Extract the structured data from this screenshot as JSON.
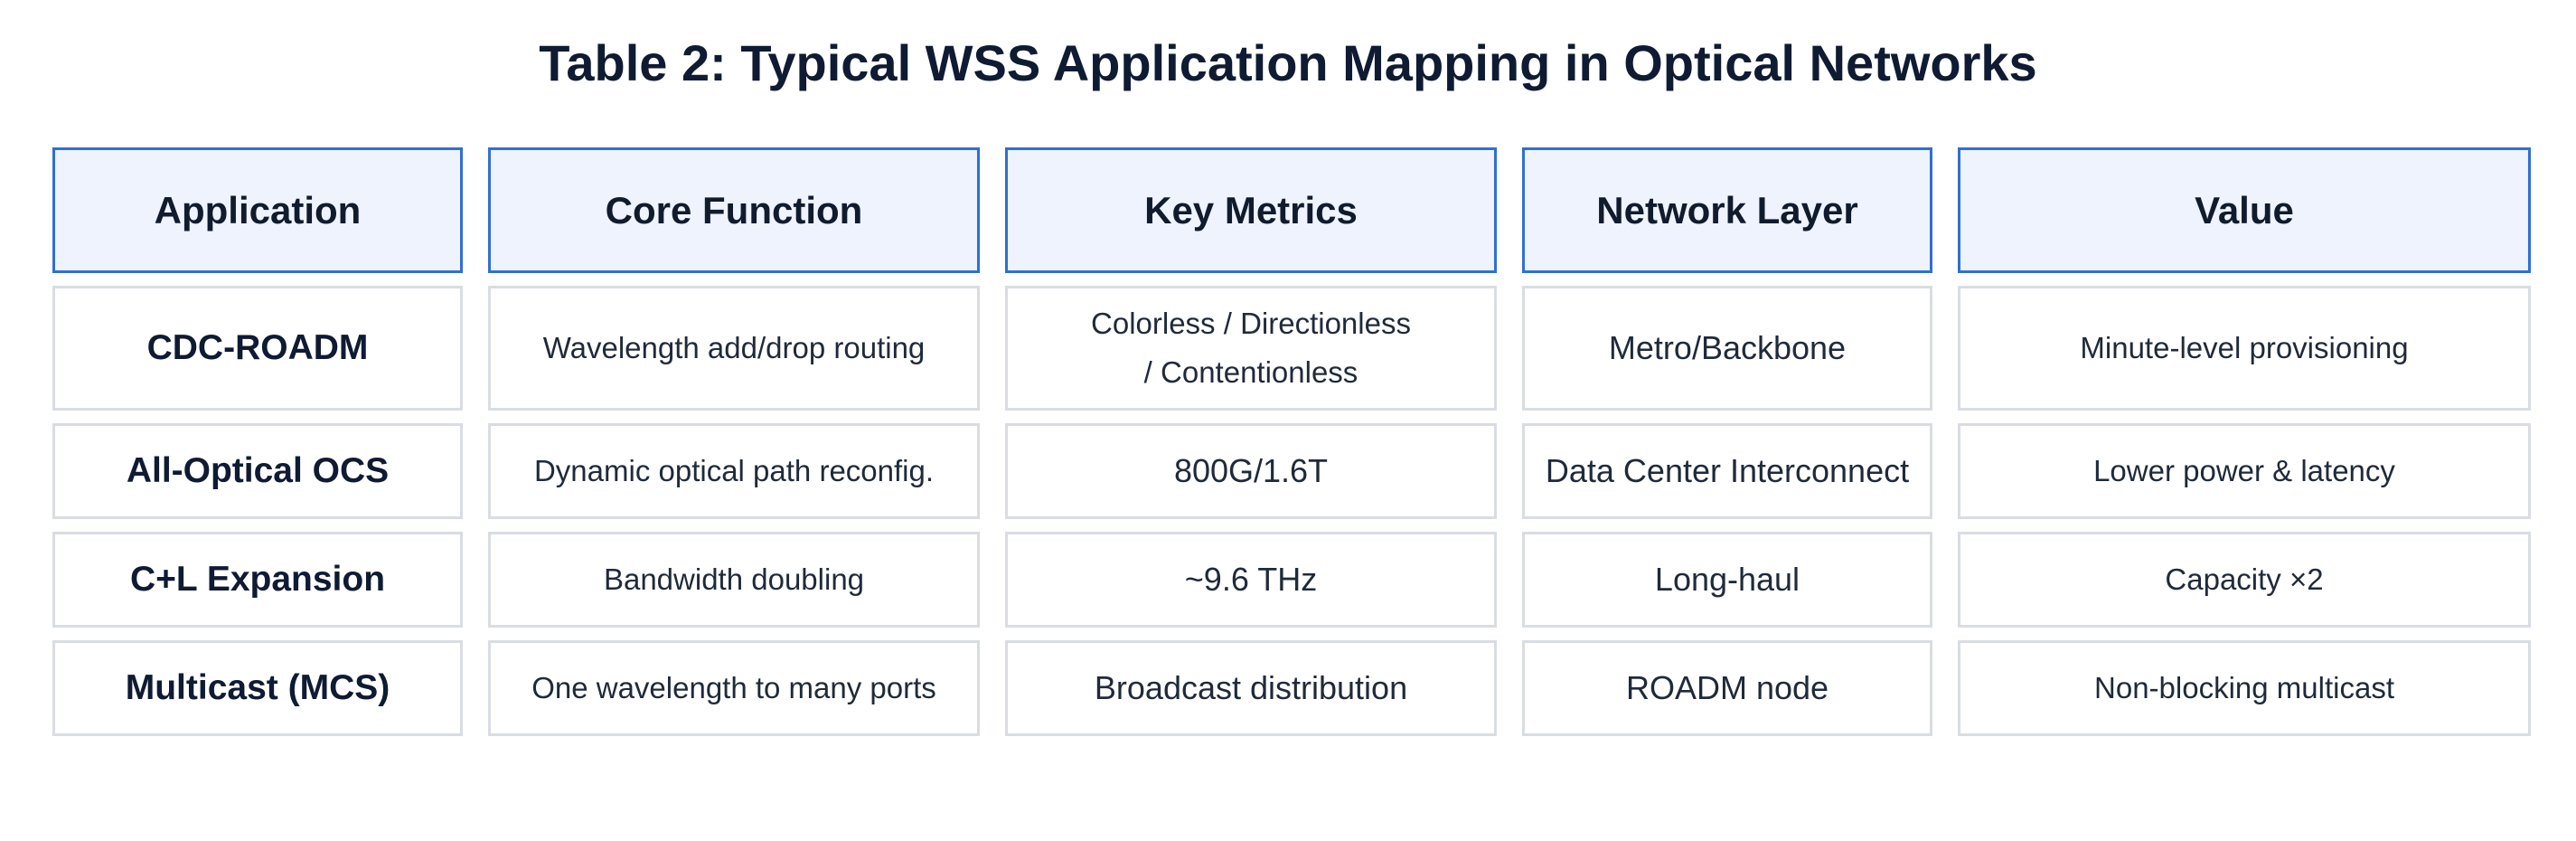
{
  "title": "Table 2: Typical WSS Application Mapping in Optical Networks",
  "table": {
    "headers": [
      "Application",
      "Core Function",
      "Key Metrics",
      "Network Layer",
      "Value"
    ],
    "rows": [
      [
        "CDC-ROADM",
        "Wavelength add/drop routing",
        "Colorless / Directionless\n/ Contentionless",
        "Metro/Backbone",
        "Minute-level provisioning"
      ],
      [
        "All-Optical OCS",
        "Dynamic optical path reconfig.",
        "800G/1.6T",
        "Data Center Interconnect",
        "Lower power & latency"
      ],
      [
        "C+L Expansion",
        "Bandwidth doubling",
        "~9.6 THz",
        "Long-haul",
        "Capacity ×2"
      ],
      [
        "Multicast (MCS)",
        "One wavelength to many ports",
        "Broadcast distribution",
        "ROADM node",
        "Non-blocking multicast"
      ]
    ]
  },
  "colors": {
    "header_border": "#2f6fd6",
    "header_bg": "#eef3fd",
    "cell_border": "#d9dde3",
    "title_text": "#0f1b33"
  }
}
